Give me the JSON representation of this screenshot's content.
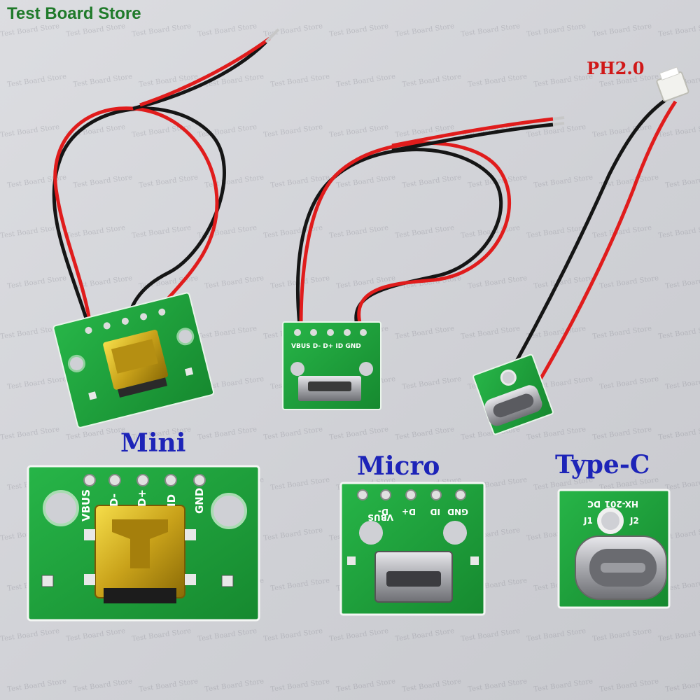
{
  "store": {
    "title": "Test Board Store",
    "watermark": "Test Board Store"
  },
  "labels": {
    "mini": "Mini",
    "micro": "Micro",
    "typec": "Type-C",
    "ph": "PH2.0"
  },
  "boards": {
    "mini": {
      "pins": [
        "VBUS",
        "D-",
        "D+",
        "ID",
        "GND"
      ]
    },
    "micro": {
      "pins": [
        "VBUS",
        "D-",
        "D+",
        "ID",
        "GND"
      ]
    },
    "typec": {
      "pins": [
        "DC",
        "J1",
        "J2"
      ],
      "code": "HX-201"
    }
  },
  "colors": {
    "pcb": "#1ea13a",
    "wire_red": "#e01c1c",
    "wire_black": "#151515",
    "title": "#1f7a2a",
    "label": "#1d24b8",
    "ph_label": "#d01818"
  }
}
